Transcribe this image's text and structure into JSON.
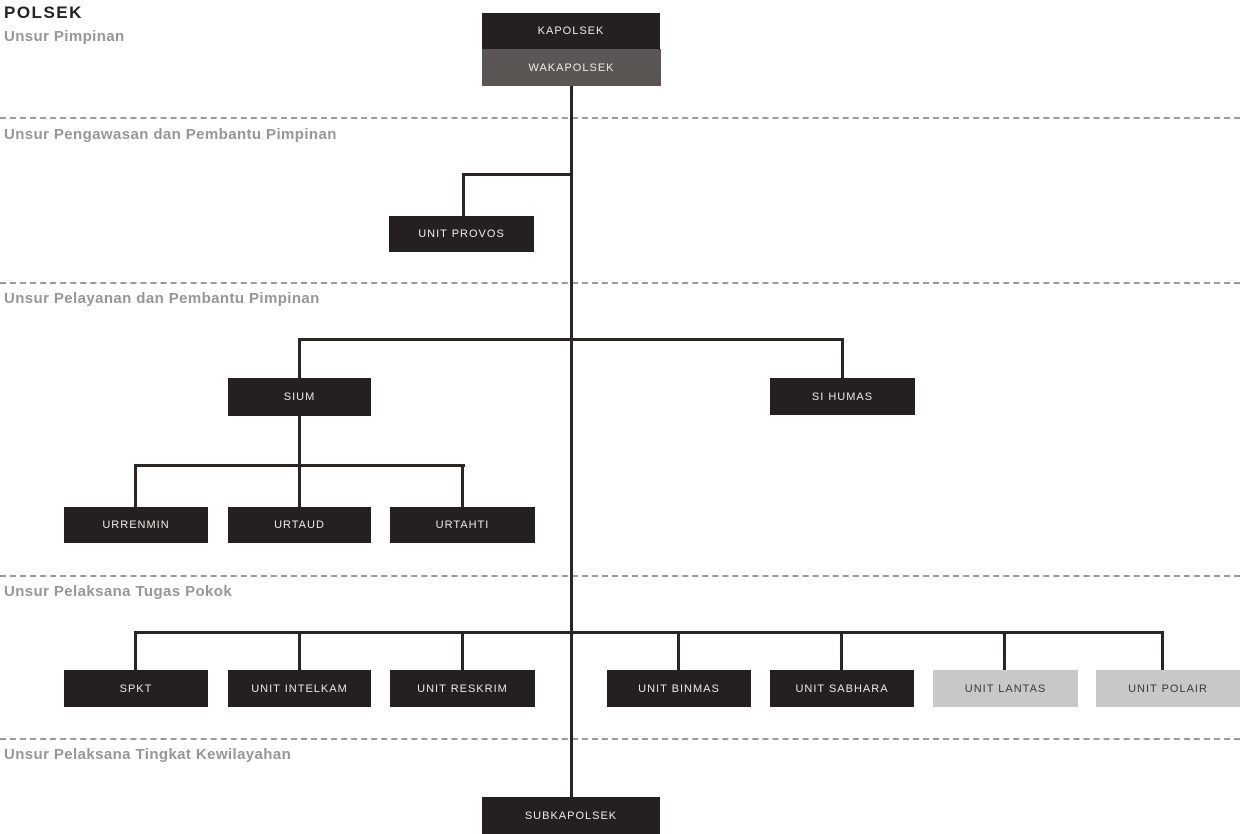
{
  "title": "POLSEK",
  "sections": [
    {
      "label": "Unsur Pimpinan"
    },
    {
      "label": "Unsur Pengawasan dan Pembantu Pimpinan"
    },
    {
      "label": "Unsur Pelayanan dan Pembantu Pimpinan"
    },
    {
      "label": "Unsur Pelaksana Tugas Pokok"
    },
    {
      "label": "Unsur Pelaksana Tingkat Kewilayahan"
    }
  ],
  "nodes": {
    "kapolsek": "KAPOLSEK",
    "wakapolsek": "WAKAPOLSEK",
    "unit_provos": "UNIT PROVOS",
    "sium": "SIUM",
    "si_humas": "SI HUMAS",
    "urrenmin": "URRENMIN",
    "urtaud": "URTAUD",
    "urtahti": "URTAHTI",
    "spkt": "SPKT",
    "unit_intelkam": "UNIT INTELKAM",
    "unit_reskrim": "UNIT RESKRIM",
    "unit_binmas": "UNIT BINMAS",
    "unit_sabhara": "UNIT SABHARA",
    "unit_lantas": "UNIT LANTAS",
    "unit_polair": "UNIT POLAIR",
    "subkapolsek": "SUBKAPOLSEK"
  },
  "colors": {
    "node_dark": "#241f20",
    "node_gray": "#5b5654",
    "node_light": "#c8c8c8",
    "line": "#2b2523",
    "divider": "#9b9b9b",
    "header_text": "#979797",
    "title_text": "#262122",
    "node_text_light": "#ece9e7",
    "node_text_dark": "#3c3836",
    "bg": "#ffffff"
  }
}
